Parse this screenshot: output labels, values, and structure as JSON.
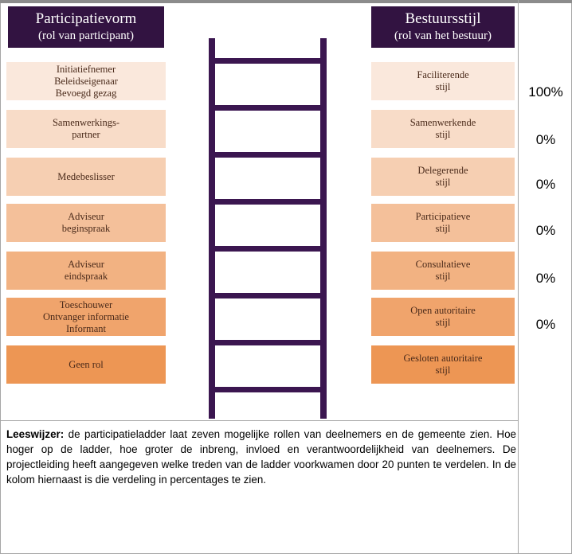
{
  "header_left": {
    "title": "Participatievorm",
    "subtitle": "(rol van participant)"
  },
  "header_right": {
    "title": "Bestuursstijl",
    "subtitle": "(rol van het bestuur)"
  },
  "rungs": [
    {
      "left": "Initiatiefnemer\nBeleidseigenaar\nBevoegd gezag",
      "right": "Faciliterende\nstijl",
      "percent": "100%",
      "color": "#fae8dc"
    },
    {
      "left": "Samenwerkings-\npartner",
      "right": "Samenwerkende\nstijl",
      "percent": "0%",
      "color": "#f8dcc8"
    },
    {
      "left": "Medebeslisser",
      "right": "Delegerende\nstijl",
      "percent": "0%",
      "color": "#f6cfb2"
    },
    {
      "left": "Adviseur\nbeginspraak",
      "right": "Participatieve\nstijl",
      "percent": "0%",
      "color": "#f4c09a"
    },
    {
      "left": "Adviseur\neindspraak",
      "right": "Consultatieve\nstijl",
      "percent": "0%",
      "color": "#f2b282"
    },
    {
      "left": "Toeschouwer\nOntvanger informatie\nInformant",
      "right": "Open autoritaire\nstijl",
      "percent": "0%",
      "color": "#f0a46c"
    },
    {
      "left": "Geen rol",
      "right": "Gesloten autoritaire\nstijl",
      "color": "#ed9654"
    }
  ],
  "colors": {
    "header_bg": "#321341",
    "ladder": "#3b1650"
  },
  "caption": {
    "label": "Leeswijzer:",
    "text": " de participatieladder laat zeven mogelijke rollen van deelnemers en de gemeente zien. Hoe hoger op de ladder, hoe groter de inbreng, invloed en verantwoordelijkheid van deelnemers. De projectleiding heeft aangegeven welke treden van de ladder voorkwamen door 20 punten te verdelen. In de kolom hiernaast is die verdeling in percentages te zien."
  }
}
